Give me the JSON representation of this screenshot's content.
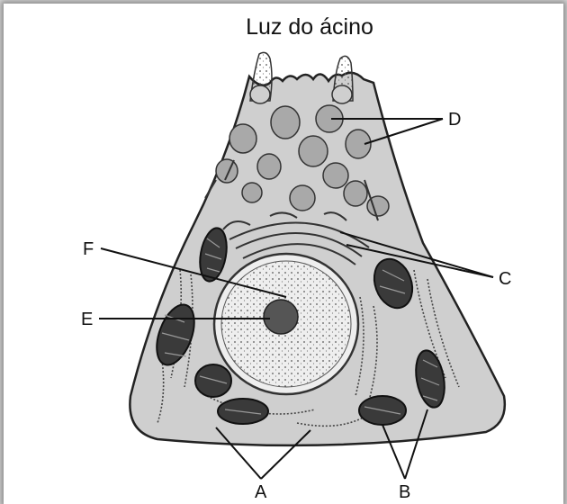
{
  "title": "Luz do ácino",
  "labels": {
    "A": "A",
    "B": "B",
    "C": "C",
    "D": "D",
    "E": "E",
    "F": "F"
  },
  "colors": {
    "cytoplasm": "#cfcfcf",
    "granule": "#a9a9a9",
    "mitochondrion": "#3a3a3a",
    "outline": "#222222"
  }
}
